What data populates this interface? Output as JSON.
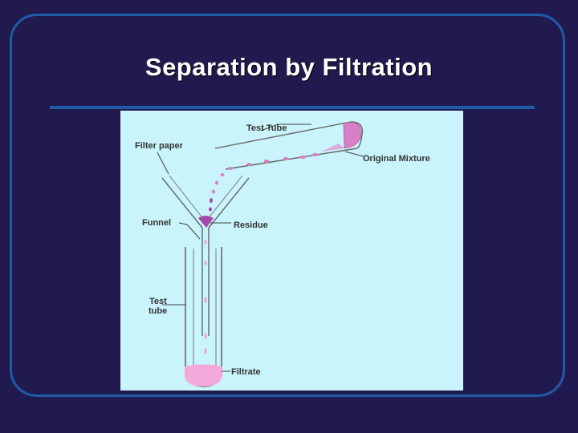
{
  "slide": {
    "title": "Separation by Filtration"
  },
  "diagram": {
    "labels": {
      "test_tube_top": "Test Tube",
      "filter_paper": "Filter paper",
      "original_mixture": "Original Mixture",
      "funnel": "Funnel",
      "residue": "Residue",
      "test_tube_side_line1": "Test",
      "test_tube_side_line2": "tube",
      "filtrate": "Filtrate"
    },
    "colors": {
      "slide_background": "#211a4f",
      "frame_border": "#1f5ba8",
      "figure_background": "#c9f4fb",
      "mixture": "#d77fc7",
      "filtrate": "#f2a8d8",
      "residue": "#a64aa8"
    }
  }
}
